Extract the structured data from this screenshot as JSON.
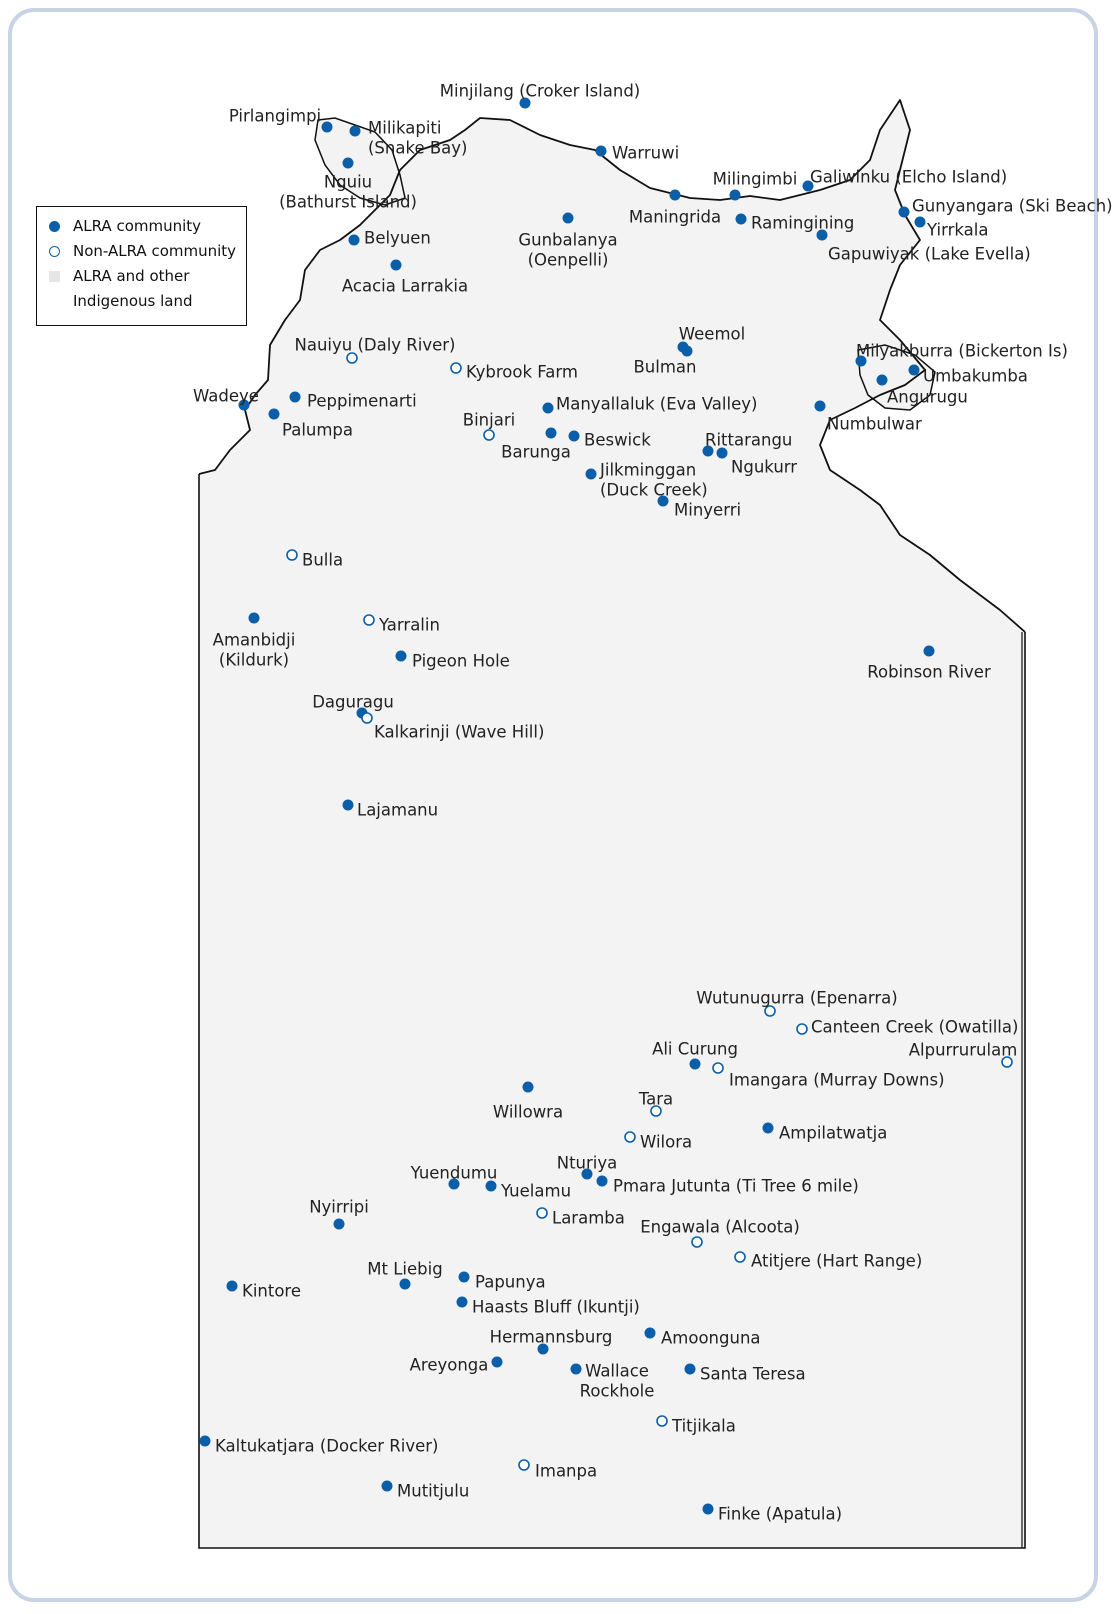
{
  "colors": {
    "alra": "#0a5fa8",
    "non_alra": "#0a5fa8",
    "land": "#f3f3f3",
    "coast": "#111111",
    "frame": "#c8d3e6"
  },
  "legend": {
    "alra": "ALRA community",
    "non_alra": "Non-ALRA community",
    "land_line1": "ALRA and other",
    "land_line2": "Indigenous land"
  },
  "communities": [
    {
      "name": "Minjilang (Croker Island)",
      "type": "alra"
    },
    {
      "name": "Pirlangimpi",
      "type": "alra"
    },
    {
      "name": "Milikapiti",
      "name2": "(Snake Bay)",
      "type": "alra"
    },
    {
      "name": "Nguiu",
      "name2": "(Bathurst Island)",
      "type": "alra"
    },
    {
      "name": "Warruwi",
      "type": "alra"
    },
    {
      "name": "Milingimbi",
      "type": "alra"
    },
    {
      "name": "Galiwinku (Elcho Island)",
      "type": "alra"
    },
    {
      "name": "Gunyangara (Ski Beach)",
      "type": "alra"
    },
    {
      "name": "Yirrkala",
      "type": "alra"
    },
    {
      "name": "Maningrida",
      "type": "alra"
    },
    {
      "name": "Ramingining",
      "type": "alra"
    },
    {
      "name": "Gapuwiyak (Lake Evella)",
      "type": "alra"
    },
    {
      "name": "Gunbalanya",
      "name2": "(Oenpelli)",
      "type": "alra"
    },
    {
      "name": "Belyuen",
      "type": "alra"
    },
    {
      "name": "Acacia Larrakia",
      "type": "alra"
    },
    {
      "name": "Weemol",
      "type": "alra"
    },
    {
      "name": "Bulman",
      "type": "alra"
    },
    {
      "name": "Milyakburra (Bickerton Is)",
      "type": "alra"
    },
    {
      "name": "Umbakumba",
      "type": "alra"
    },
    {
      "name": "Angurugu",
      "type": "alra"
    },
    {
      "name": "Numbulwar",
      "type": "alra"
    },
    {
      "name": "Nauiyu (Daly River)",
      "type": "non"
    },
    {
      "name": "Kybrook Farm",
      "type": "non"
    },
    {
      "name": "Wadeye",
      "type": "alra"
    },
    {
      "name": "Peppimenarti",
      "type": "alra"
    },
    {
      "name": "Palumpa",
      "type": "alra"
    },
    {
      "name": "Manyallaluk (Eva Valley)",
      "type": "alra"
    },
    {
      "name": "Binjari",
      "type": "non"
    },
    {
      "name": "Barunga",
      "type": "alra"
    },
    {
      "name": "Beswick",
      "type": "alra"
    },
    {
      "name": "Rittarangu",
      "type": "alra"
    },
    {
      "name": "Ngukurr",
      "type": "alra"
    },
    {
      "name": "Jilkminggan",
      "name2": "(Duck Creek)",
      "type": "alra"
    },
    {
      "name": "Minyerri",
      "type": "alra"
    },
    {
      "name": "Bulla",
      "type": "non"
    },
    {
      "name": "Amanbidji",
      "name2": "(Kildurk)",
      "type": "alra"
    },
    {
      "name": "Yarralin",
      "type": "non"
    },
    {
      "name": "Pigeon Hole",
      "type": "alra"
    },
    {
      "name": "Robinson River",
      "type": "alra"
    },
    {
      "name": "Daguragu",
      "type": "alra"
    },
    {
      "name": "Kalkarinji (Wave Hill)",
      "type": "non"
    },
    {
      "name": "Lajamanu",
      "type": "alra"
    },
    {
      "name": "Wutunugurra (Epenarra)",
      "type": "non"
    },
    {
      "name": "Canteen Creek (Owatilla)",
      "type": "non"
    },
    {
      "name": "Alpurrurulam",
      "type": "non"
    },
    {
      "name": "Ali Curung",
      "type": "alra"
    },
    {
      "name": "Imangara (Murray Downs)",
      "type": "non"
    },
    {
      "name": "Willowra",
      "type": "alra"
    },
    {
      "name": "Tara",
      "type": "non"
    },
    {
      "name": "Ampilatwatja",
      "type": "alra"
    },
    {
      "name": "Wilora",
      "type": "non"
    },
    {
      "name": "Nturiya",
      "type": "alra"
    },
    {
      "name": "Yuendumu",
      "type": "alra"
    },
    {
      "name": "Yuelamu",
      "type": "alra"
    },
    {
      "name": "Pmara Jutunta (Ti Tree 6 mile)",
      "type": "alra"
    },
    {
      "name": "Laramba",
      "type": "non"
    },
    {
      "name": "Nyirripi",
      "type": "alra"
    },
    {
      "name": "Engawala (Alcoota)",
      "type": "non"
    },
    {
      "name": "Atitjere (Hart Range)",
      "type": "non"
    },
    {
      "name": "Kintore",
      "type": "alra"
    },
    {
      "name": "Mt Liebig",
      "type": "alra"
    },
    {
      "name": "Papunya",
      "type": "alra"
    },
    {
      "name": "Haasts Bluff (Ikuntji)",
      "type": "alra"
    },
    {
      "name": "Hermannsburg",
      "type": "alra"
    },
    {
      "name": "Amoonguna",
      "type": "alra"
    },
    {
      "name": "Areyonga",
      "type": "alra"
    },
    {
      "name": "Wallace",
      "name2": "Rockhole",
      "type": "alra"
    },
    {
      "name": "Santa Teresa",
      "type": "alra"
    },
    {
      "name": "Titjikala",
      "type": "non"
    },
    {
      "name": "Kaltukatjara (Docker River)",
      "type": "alra"
    },
    {
      "name": "Imanpa",
      "type": "non"
    },
    {
      "name": "Mutitjulu",
      "type": "alra"
    },
    {
      "name": "Finke (Apatula)",
      "type": "alra"
    }
  ]
}
